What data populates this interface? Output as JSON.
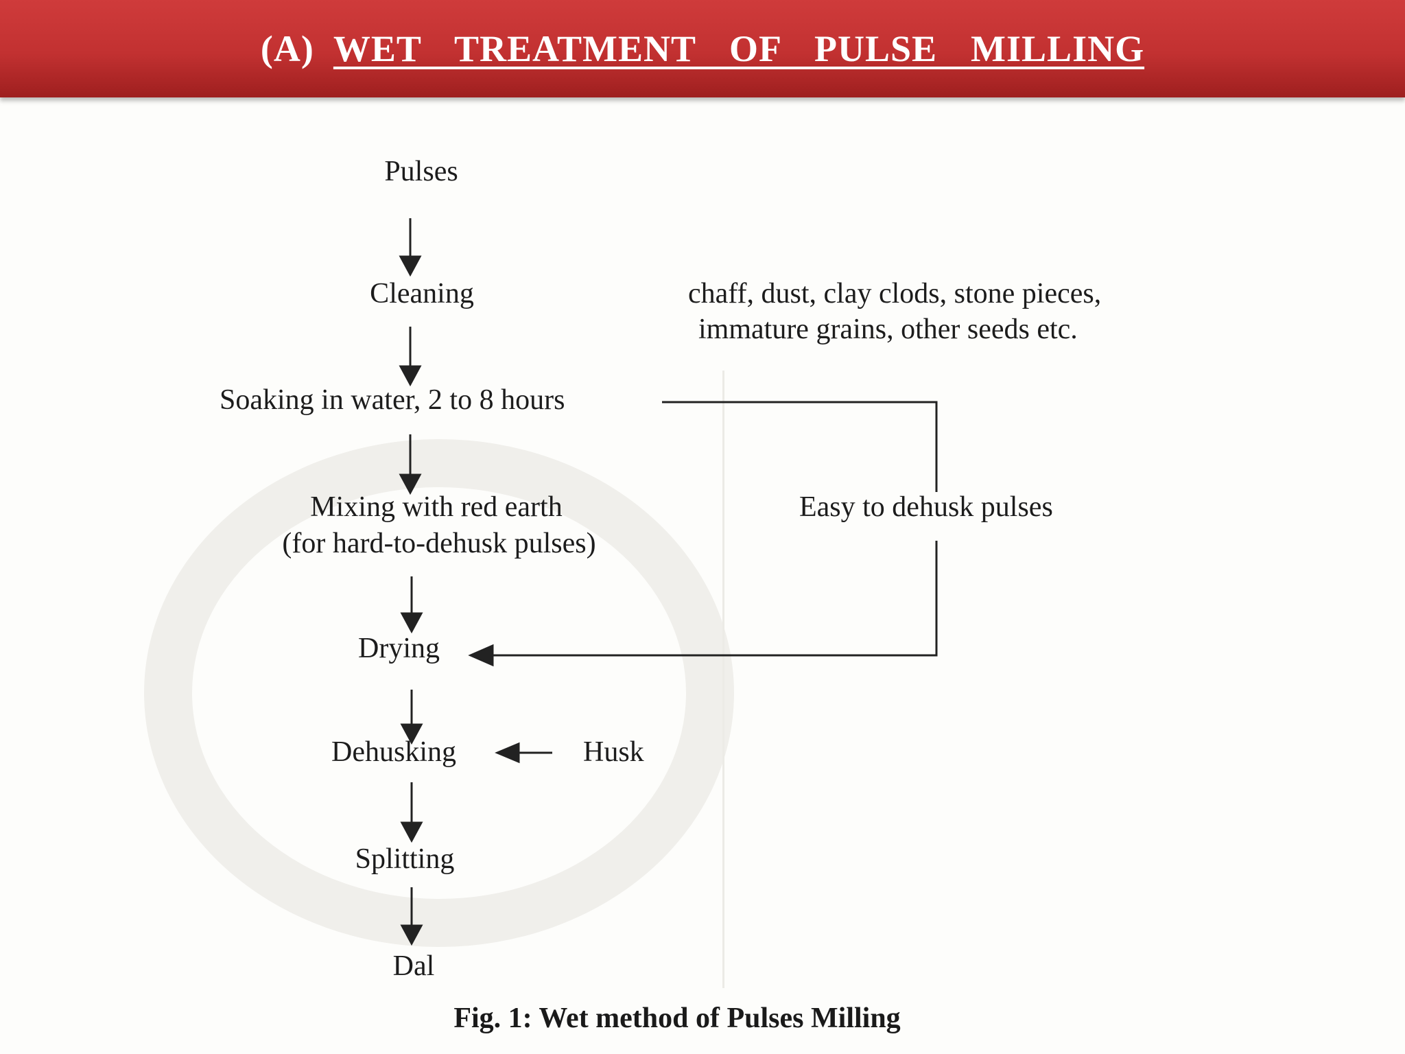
{
  "header": {
    "prefix": "(A)",
    "title": "WET  TREATMENT  OF  PULSE  MILLING"
  },
  "flowchart": {
    "pulses": "Pulses",
    "cleaning": "Cleaning",
    "impurities_line1": "chaff, dust, clay clods, stone pieces,",
    "impurities_line2": "immature grains, other seeds etc.",
    "soaking": "Soaking in water, 2 to 8 hours",
    "mixing_line1": "Mixing with red earth",
    "mixing_line2": "(for hard-to-dehusk pulses)",
    "easy_dehusk": "Easy to dehusk pulses",
    "drying": "Drying",
    "dehusking": "Dehusking",
    "husk": "Husk",
    "splitting": "Splitting",
    "dal": "Dal"
  },
  "caption": "Fig. 1: Wet method of Pulses Milling",
  "colors": {
    "header_red": "#c23131",
    "arrow": "#222222"
  }
}
